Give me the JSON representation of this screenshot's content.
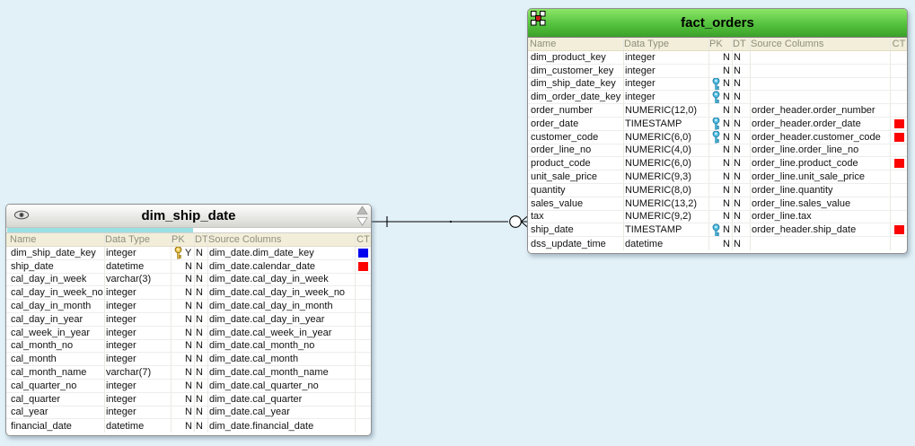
{
  "canvas": {
    "background_color": "#e2f1f8"
  },
  "colors": {
    "ct_red": "#fa0300",
    "ct_blue": "#0202ee",
    "pk_key_gold": "#eec84e",
    "fk_key_blue": "#58c2e4",
    "fact_header_green": "#54c23e",
    "dim_header_gray": "#d6d6d1",
    "scroll_thumb_cyan": "#9ae0e3"
  },
  "fact_orders": {
    "title": "fact_orders",
    "columns": [
      "Name",
      "Data Type",
      "PK",
      "DT",
      "Source Columns",
      "CT"
    ],
    "rows": [
      {
        "name": "dim_product_key",
        "data_type": "integer",
        "key": "",
        "pk": "N",
        "dt": "N",
        "source": "",
        "ct": ""
      },
      {
        "name": "dim_customer_key",
        "data_type": "integer",
        "key": "",
        "pk": "N",
        "dt": "N",
        "source": "",
        "ct": ""
      },
      {
        "name": "dim_ship_date_key",
        "data_type": "integer",
        "key": "blue",
        "pk": "N",
        "dt": "N",
        "source": "",
        "ct": ""
      },
      {
        "name": "dim_order_date_key",
        "data_type": "integer",
        "key": "blue",
        "pk": "N",
        "dt": "N",
        "source": "",
        "ct": ""
      },
      {
        "name": "order_number",
        "data_type": "NUMERIC(12,0)",
        "key": "",
        "pk": "N",
        "dt": "N",
        "source": "order_header.order_number",
        "ct": ""
      },
      {
        "name": "order_date",
        "data_type": "TIMESTAMP",
        "key": "blue",
        "pk": "N",
        "dt": "N",
        "source": "order_header.order_date",
        "ct": "red"
      },
      {
        "name": "customer_code",
        "data_type": "NUMERIC(6,0)",
        "key": "blue",
        "pk": "N",
        "dt": "N",
        "source": "order_header.customer_code",
        "ct": "red"
      },
      {
        "name": "order_line_no",
        "data_type": "NUMERIC(4,0)",
        "key": "",
        "pk": "N",
        "dt": "N",
        "source": "order_line.order_line_no",
        "ct": ""
      },
      {
        "name": "product_code",
        "data_type": "NUMERIC(6,0)",
        "key": "",
        "pk": "N",
        "dt": "N",
        "source": "order_line.product_code",
        "ct": "red"
      },
      {
        "name": "unit_sale_price",
        "data_type": "NUMERIC(9,3)",
        "key": "",
        "pk": "N",
        "dt": "N",
        "source": "order_line.unit_sale_price",
        "ct": ""
      },
      {
        "name": "quantity",
        "data_type": "NUMERIC(8,0)",
        "key": "",
        "pk": "N",
        "dt": "N",
        "source": "order_line.quantity",
        "ct": ""
      },
      {
        "name": "sales_value",
        "data_type": "NUMERIC(13,2)",
        "key": "",
        "pk": "N",
        "dt": "N",
        "source": "order_line.sales_value",
        "ct": ""
      },
      {
        "name": "tax",
        "data_type": "NUMERIC(9,2)",
        "key": "",
        "pk": "N",
        "dt": "N",
        "source": "order_line.tax",
        "ct": ""
      },
      {
        "name": "ship_date",
        "data_type": "TIMESTAMP",
        "key": "blue",
        "pk": "N",
        "dt": "N",
        "source": "order_header.ship_date",
        "ct": "red"
      },
      {
        "name": "dss_update_time",
        "data_type": "datetime",
        "key": "",
        "pk": "N",
        "dt": "N",
        "source": "",
        "ct": ""
      }
    ]
  },
  "dim_ship_date": {
    "title": "dim_ship_date",
    "columns": [
      "Name",
      "Data Type",
      "PK",
      "DT",
      "Source Columns",
      "CT"
    ],
    "hscrollbar": {
      "thumb_fraction": 0.51
    },
    "rows": [
      {
        "name": "dim_ship_date_key",
        "data_type": "integer",
        "key": "gold",
        "pk": "Y",
        "dt": "N",
        "source": "dim_date.dim_date_key",
        "ct": "blue"
      },
      {
        "name": "ship_date",
        "data_type": "datetime",
        "key": "",
        "pk": "N",
        "dt": "N",
        "source": "dim_date.calendar_date",
        "ct": "red"
      },
      {
        "name": "cal_day_in_week",
        "data_type": "varchar(3)",
        "key": "",
        "pk": "N",
        "dt": "N",
        "source": "dim_date.cal_day_in_week",
        "ct": ""
      },
      {
        "name": "cal_day_in_week_no",
        "data_type": "integer",
        "key": "",
        "pk": "N",
        "dt": "N",
        "source": "dim_date.cal_day_in_week_no",
        "ct": ""
      },
      {
        "name": "cal_day_in_month",
        "data_type": "integer",
        "key": "",
        "pk": "N",
        "dt": "N",
        "source": "dim_date.cal_day_in_month",
        "ct": ""
      },
      {
        "name": "cal_day_in_year",
        "data_type": "integer",
        "key": "",
        "pk": "N",
        "dt": "N",
        "source": "dim_date.cal_day_in_year",
        "ct": ""
      },
      {
        "name": "cal_week_in_year",
        "data_type": "integer",
        "key": "",
        "pk": "N",
        "dt": "N",
        "source": "dim_date.cal_week_in_year",
        "ct": ""
      },
      {
        "name": "cal_month_no",
        "data_type": "integer",
        "key": "",
        "pk": "N",
        "dt": "N",
        "source": "dim_date.cal_month_no",
        "ct": ""
      },
      {
        "name": "cal_month",
        "data_type": "integer",
        "key": "",
        "pk": "N",
        "dt": "N",
        "source": "dim_date.cal_month",
        "ct": ""
      },
      {
        "name": "cal_month_name",
        "data_type": "varchar(7)",
        "key": "",
        "pk": "N",
        "dt": "N",
        "source": "dim_date.cal_month_name",
        "ct": ""
      },
      {
        "name": "cal_quarter_no",
        "data_type": "integer",
        "key": "",
        "pk": "N",
        "dt": "N",
        "source": "dim_date.cal_quarter_no",
        "ct": ""
      },
      {
        "name": "cal_quarter",
        "data_type": "integer",
        "key": "",
        "pk": "N",
        "dt": "N",
        "source": "dim_date.cal_quarter",
        "ct": ""
      },
      {
        "name": "cal_year",
        "data_type": "integer",
        "key": "",
        "pk": "N",
        "dt": "N",
        "source": "dim_date.cal_year",
        "ct": ""
      },
      {
        "name": "financial_date",
        "data_type": "datetime",
        "key": "",
        "pk": "N",
        "dt": "N",
        "source": "dim_date.financial_date",
        "ct": ""
      }
    ]
  },
  "relationship": {
    "from_table": "dim_ship_date",
    "to_table": "fact_orders",
    "from_cardinality": "one",
    "to_cardinality": "zero-or-many"
  }
}
